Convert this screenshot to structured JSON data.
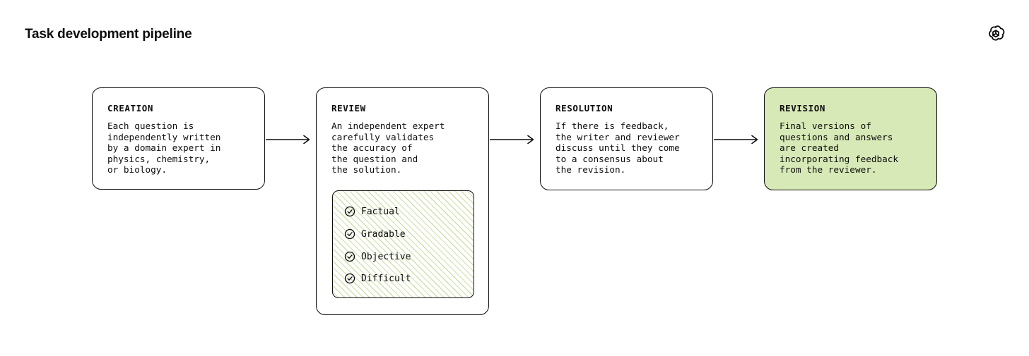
{
  "header": {
    "title": "Task development pipeline",
    "logo_icon": "openai-logo-icon"
  },
  "colors": {
    "ink": "#0d0d0d",
    "background": "#ffffff",
    "accent_green_fill": "#d7e9b6",
    "accent_green_stripe": "#cfe0ab"
  },
  "pipeline": {
    "stages": [
      {
        "id": "creation",
        "label": "CREATION",
        "body": "Each question is\nindependently written\nby a domain expert in\nphysics, chemistry,\nor biology.",
        "filled": false
      },
      {
        "id": "review",
        "label": "REVIEW",
        "body": "An independent expert\ncarefully validates\nthe accuracy of\nthe question and\nthe solution.",
        "filled": false
      },
      {
        "id": "resolution",
        "label": "RESOLUTION",
        "body": "If there is feedback,\nthe writer and reviewer\ndiscuss until they come\nto a consensus about\nthe revision.",
        "filled": false
      },
      {
        "id": "revision",
        "label": "REVISION",
        "body": "Final versions of\nquestions and answers\nare created\nincorporating feedback\nfrom the reviewer.",
        "filled": true
      }
    ],
    "checklist": {
      "items": [
        {
          "icon": "check-circle-icon",
          "label": "Factual"
        },
        {
          "icon": "check-circle-icon",
          "label": "Gradable"
        },
        {
          "icon": "check-circle-icon",
          "label": "Objective"
        },
        {
          "icon": "check-circle-icon",
          "label": "Difficult"
        }
      ]
    },
    "connectors": [
      {
        "id": "arrow-1",
        "icon": "arrow-right-icon",
        "from": "creation",
        "to": "review"
      },
      {
        "id": "arrow-2",
        "icon": "arrow-right-icon",
        "from": "review",
        "to": "resolution"
      },
      {
        "id": "arrow-3",
        "icon": "arrow-right-icon",
        "from": "resolution",
        "to": "revision"
      }
    ]
  }
}
